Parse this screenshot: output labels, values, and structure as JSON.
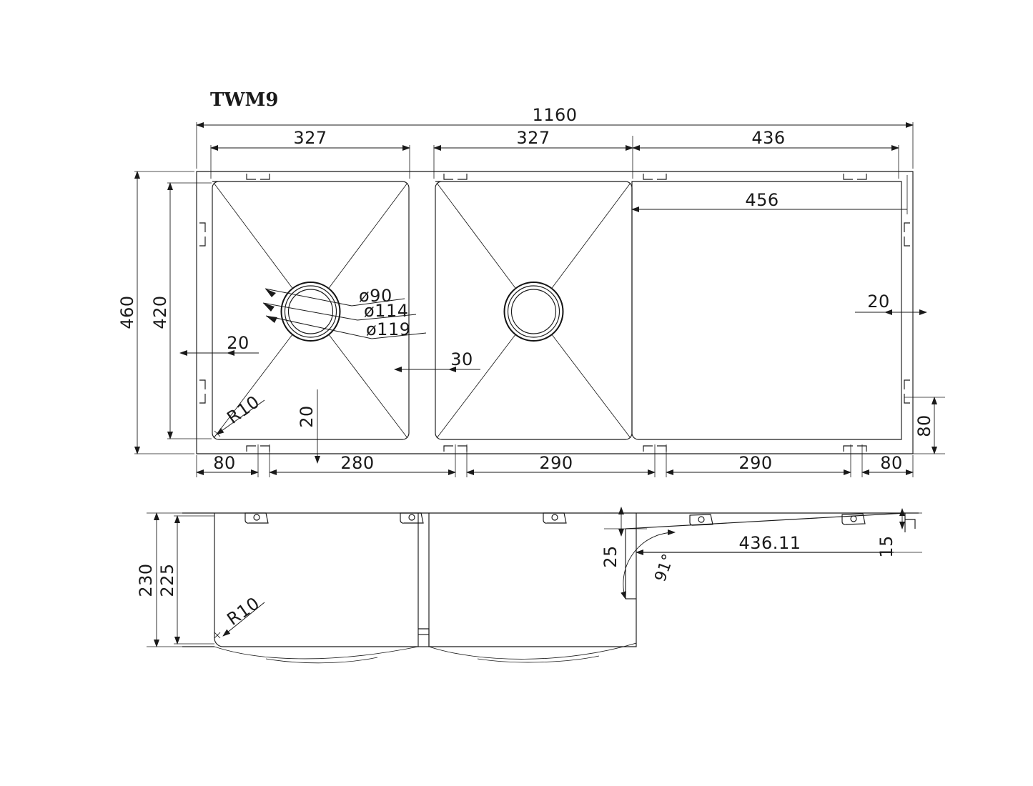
{
  "drawing": {
    "title_label": "TWM9",
    "units": "mm",
    "line_color": "#1a1a1a",
    "background_color": "#ffffff"
  },
  "plan_view": {
    "name": "plan-view",
    "overall_width": "1160",
    "overall_height": "460",
    "bowl_inner_height": "420",
    "dimensions_top": [
      {
        "label": "1160",
        "span": "overall"
      },
      {
        "label": "327",
        "span": "bowl-1"
      },
      {
        "label": "327",
        "span": "bowl-2"
      },
      {
        "label": "436",
        "span": "drainer"
      }
    ],
    "dimensions_bottom": [
      {
        "label": "80"
      },
      {
        "label": "280"
      },
      {
        "label": "290"
      },
      {
        "label": "290"
      },
      {
        "label": "80"
      }
    ],
    "dimensions_left": [
      {
        "label": "460"
      },
      {
        "label": "420"
      }
    ],
    "inner_dim_456": "456",
    "offset_left_20": "20",
    "offset_bowl_gap_30": "30",
    "offset_bottom_20": "20",
    "offset_right_20": "20",
    "offset_right_80": "80",
    "corner_radius": "R10",
    "drain_diameters": [
      {
        "label": "ø90"
      },
      {
        "label": "ø114"
      },
      {
        "label": "ø119"
      }
    ]
  },
  "elevation_view": {
    "name": "elevation-view",
    "height_outer": "230",
    "height_inner": "225",
    "corner_radius": "R10",
    "drainer_rise": "25",
    "drainer_angle": "91°",
    "drainer_length": "436.11",
    "drainer_edge": "15"
  }
}
